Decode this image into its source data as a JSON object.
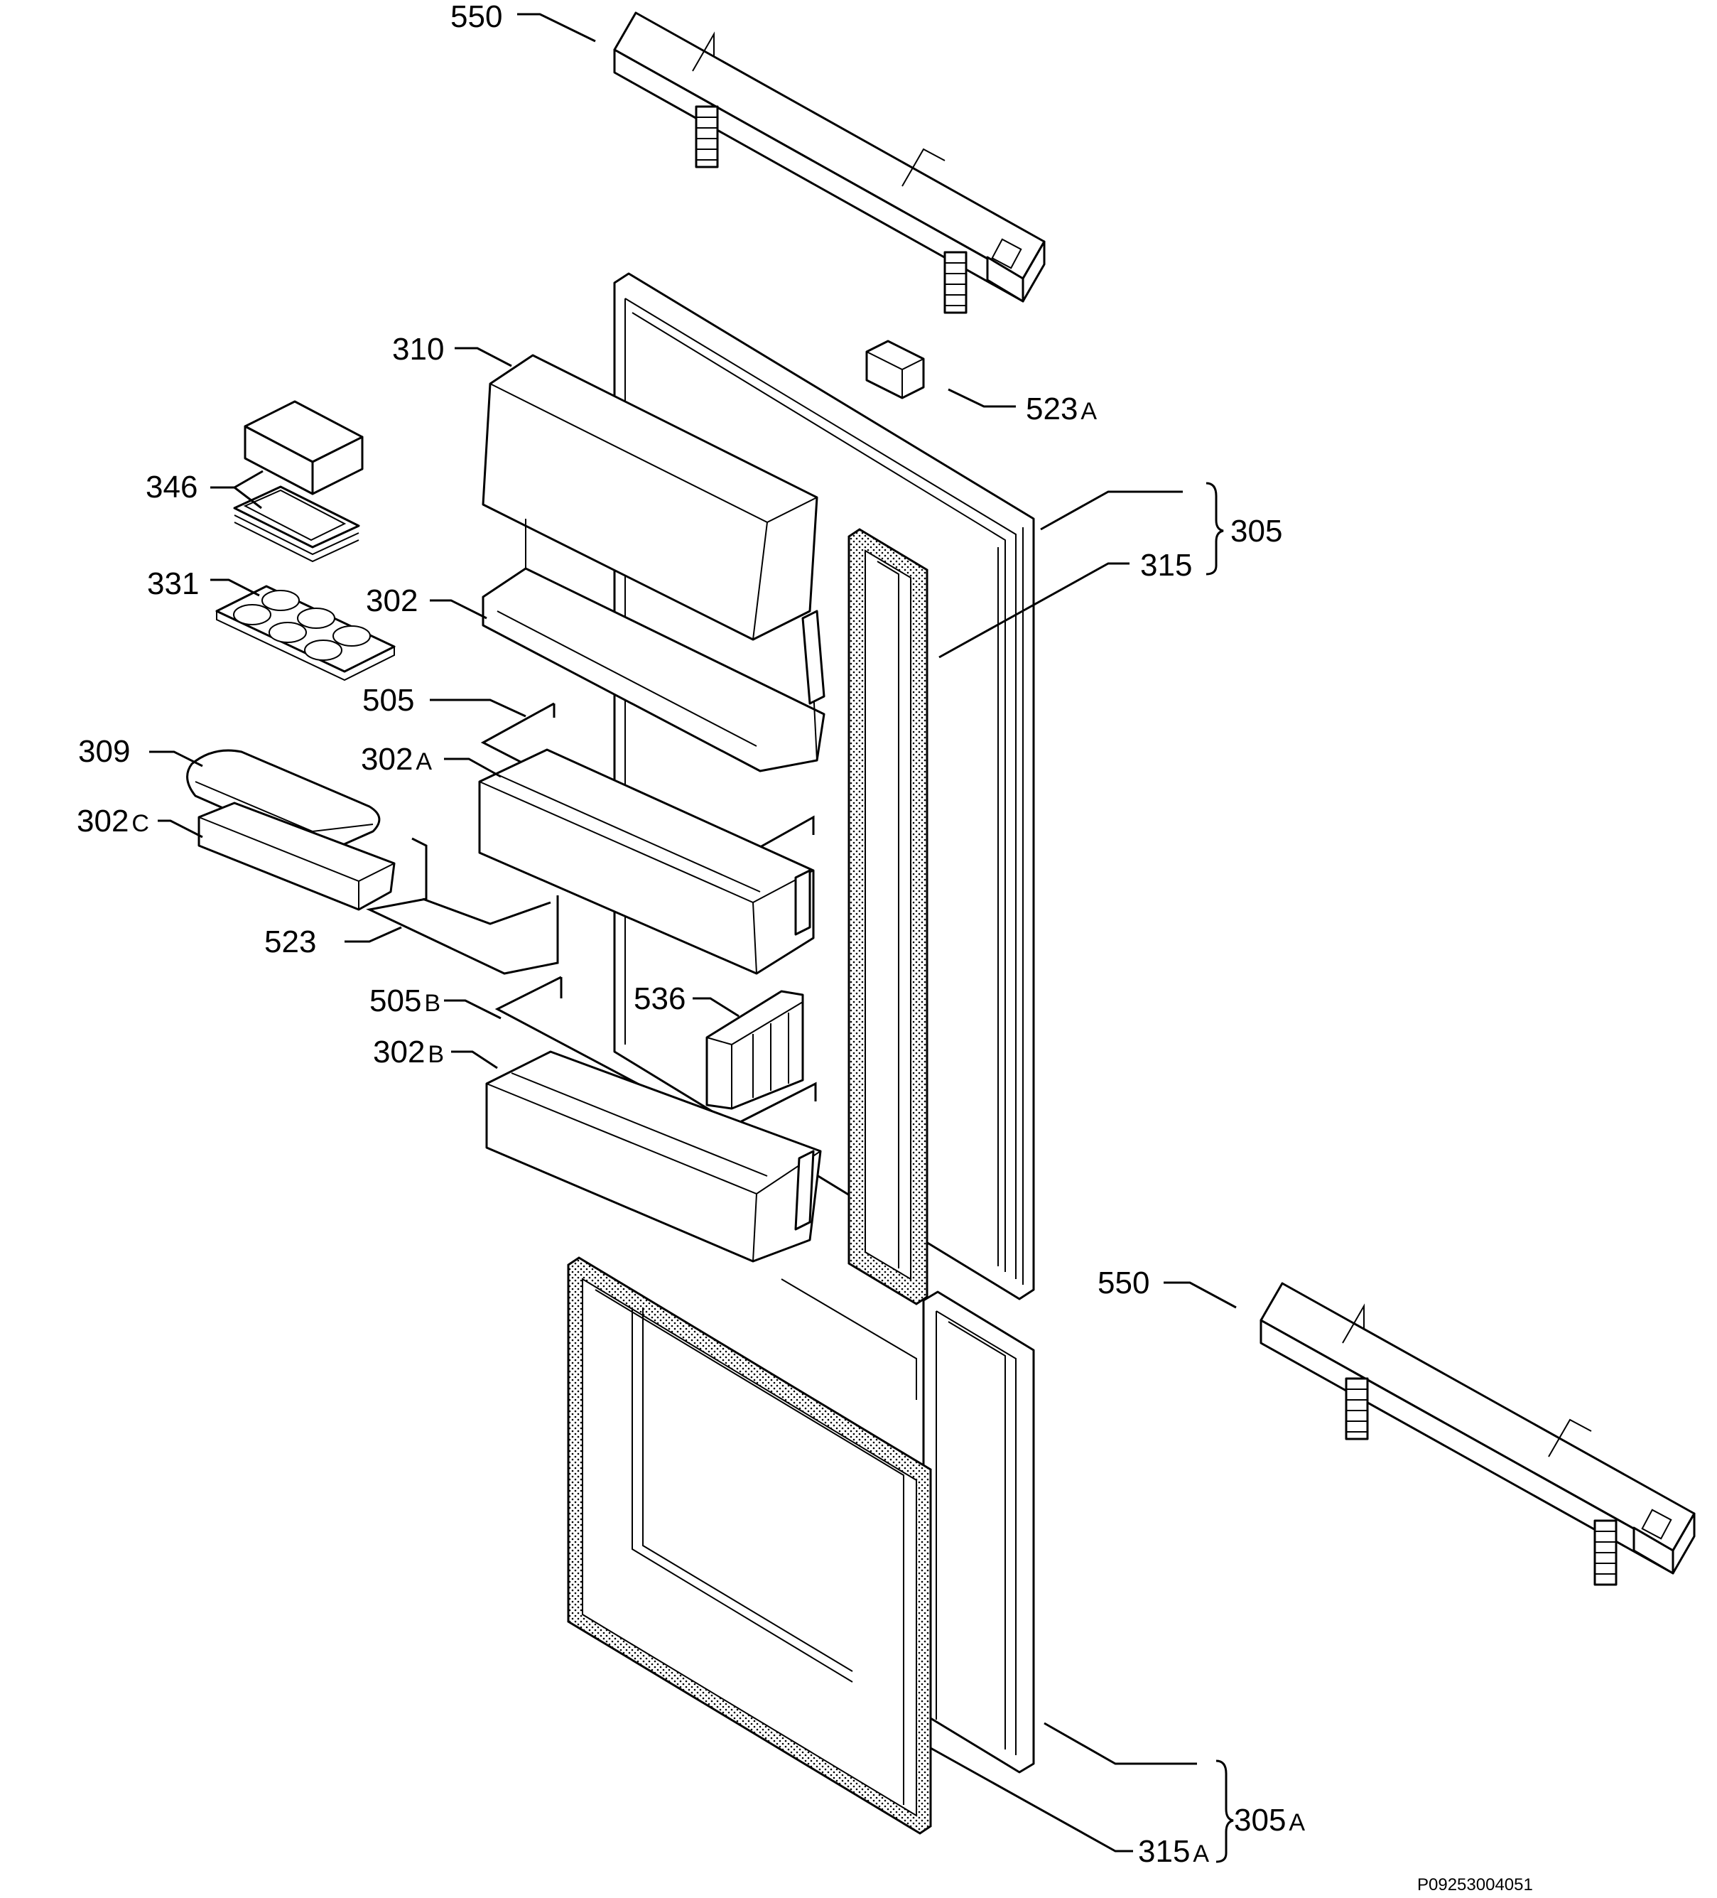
{
  "callouts": [
    {
      "id": "550-top",
      "number": "550",
      "suffix": ""
    },
    {
      "id": "310",
      "number": "310",
      "suffix": ""
    },
    {
      "id": "523a",
      "number": "523",
      "suffix": "A"
    },
    {
      "id": "346",
      "number": "346",
      "suffix": ""
    },
    {
      "id": "305",
      "number": "305",
      "suffix": ""
    },
    {
      "id": "315",
      "number": "315",
      "suffix": ""
    },
    {
      "id": "331",
      "number": "331",
      "suffix": ""
    },
    {
      "id": "302",
      "number": "302",
      "suffix": ""
    },
    {
      "id": "505",
      "number": "505",
      "suffix": ""
    },
    {
      "id": "309",
      "number": "309",
      "suffix": ""
    },
    {
      "id": "302a",
      "number": "302",
      "suffix": "A"
    },
    {
      "id": "302c",
      "number": "302",
      "suffix": "C"
    },
    {
      "id": "523",
      "number": "523",
      "suffix": ""
    },
    {
      "id": "505b",
      "number": "505",
      "suffix": "B"
    },
    {
      "id": "536",
      "number": "536",
      "suffix": ""
    },
    {
      "id": "302b",
      "number": "302",
      "suffix": "B"
    },
    {
      "id": "550-bottom",
      "number": "550",
      "suffix": ""
    },
    {
      "id": "305a",
      "number": "305",
      "suffix": "A"
    },
    {
      "id": "315a",
      "number": "315",
      "suffix": "A"
    }
  ],
  "drawing_code": "P09253004051"
}
